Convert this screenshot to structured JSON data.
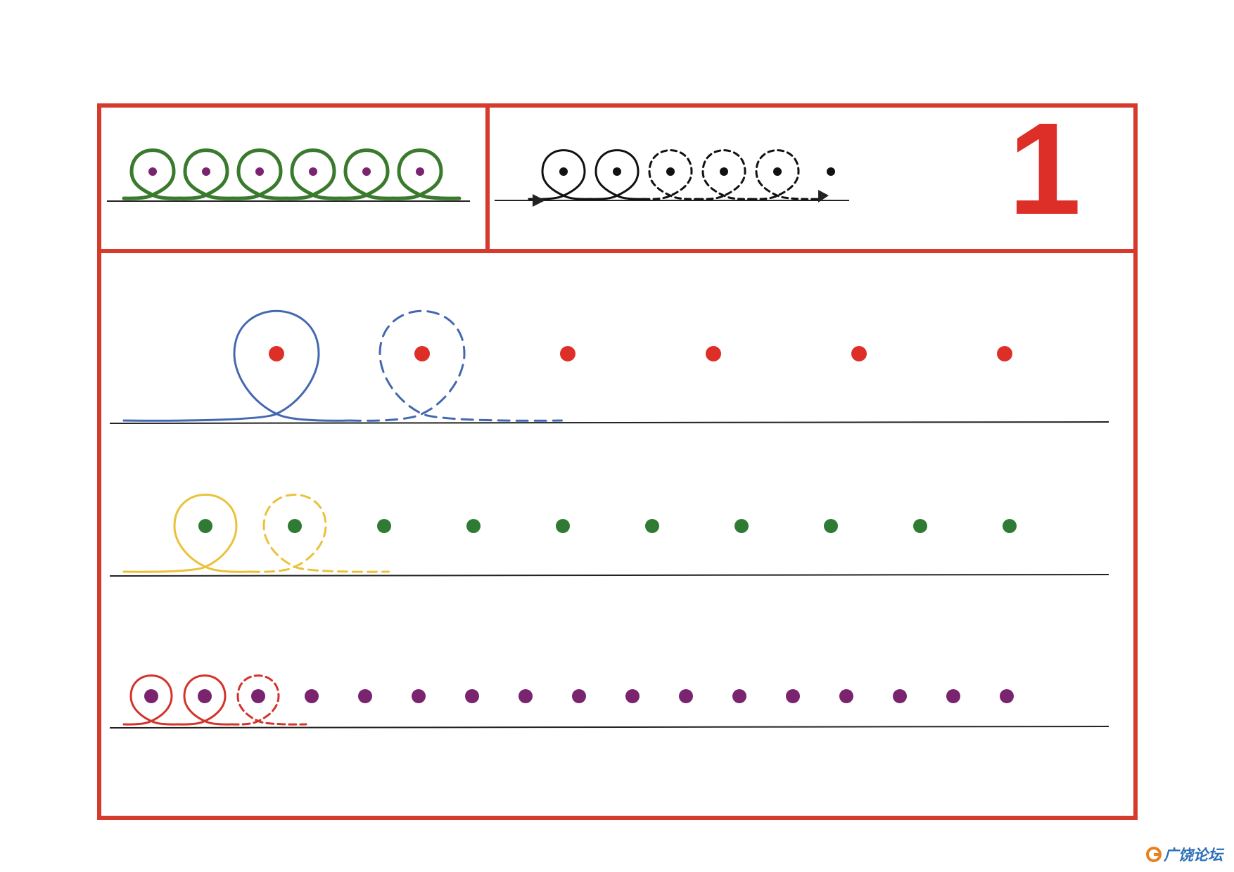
{
  "page_number": "1",
  "colors": {
    "frame": "#d63a2c",
    "baseline": "#222222",
    "page_number": "#dd2f28",
    "watermark_text": "#2a6fb8",
    "watermark_logo": "#e8801d"
  },
  "example_green": {
    "loop_color": "#3a7a2c",
    "dot_color": "#7a2470",
    "loops": 6
  },
  "example_black": {
    "loop_color": "#111111",
    "dot_color": "#111111",
    "solid_loops": 2,
    "dashed_loops": 3,
    "dots_only": 1,
    "has_arrows": true
  },
  "rows": [
    {
      "name": "blue-row",
      "loop_color": "#4468b0",
      "dot_color": "#dd2f28",
      "solid_loops": 1,
      "dashed_loops": 1,
      "dots_only": 4
    },
    {
      "name": "yellow-row",
      "loop_color": "#eac23a",
      "dot_color": "#2f7b33",
      "solid_loops": 1,
      "dashed_loops": 1,
      "dots_only": 8
    },
    {
      "name": "red-row",
      "loop_color": "#d3332a",
      "dot_color": "#7a2470",
      "solid_loops": 2,
      "dashed_loops": 1,
      "dots_only": 14
    }
  ],
  "watermark": {
    "text": "广饶论坛",
    "icon": "g-logo-icon"
  }
}
